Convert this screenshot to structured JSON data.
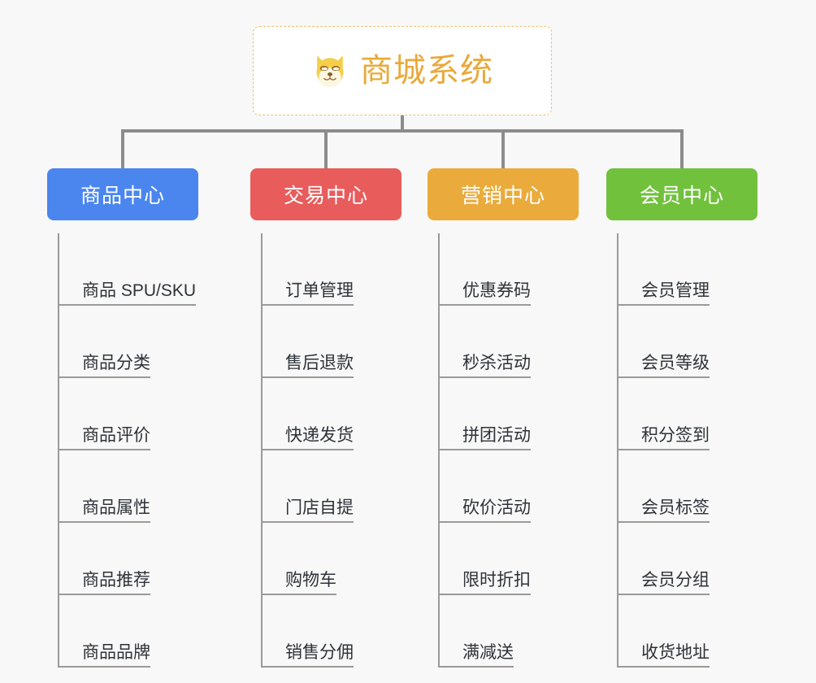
{
  "background_color": "#f8f8f8",
  "root": {
    "title": "商城系统",
    "icon": "shiba-inu-dog-face-icon",
    "title_color": "#e9a93a",
    "border_color": "#f0c070"
  },
  "connector_color": "#8c8c8c",
  "columns": [
    {
      "label": "商品中心",
      "color": "#4a86ee",
      "items": [
        "商品 SPU/SKU",
        "商品分类",
        "商品评价",
        "商品属性",
        "商品推荐",
        "商品品牌"
      ]
    },
    {
      "label": "交易中心",
      "color": "#e95c5c",
      "items": [
        "订单管理",
        "售后退款",
        "快递发货",
        "门店自提",
        "购物车",
        "销售分佣"
      ]
    },
    {
      "label": "营销中心",
      "color": "#eaab3c",
      "items": [
        "优惠券码",
        "秒杀活动",
        "拼团活动",
        "砍价活动",
        "限时折扣",
        "满减送"
      ]
    },
    {
      "label": "会员中心",
      "color": "#71c13c",
      "items": [
        "会员管理",
        "会员等级",
        "积分签到",
        "会员标签",
        "会员分组",
        "收货地址"
      ]
    }
  ]
}
